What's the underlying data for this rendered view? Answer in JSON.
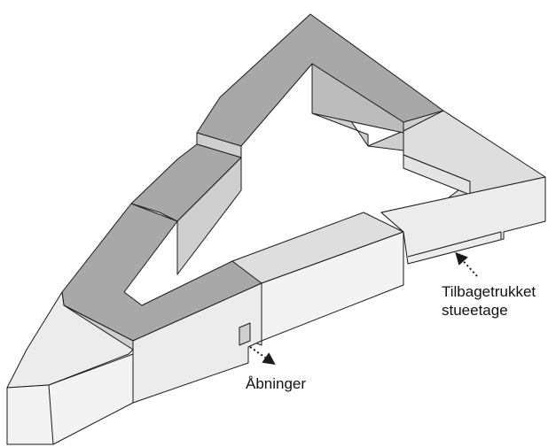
{
  "colors": {
    "top_dark": "#a8a8a8",
    "side_dark": "#cfcfcf",
    "top_light": "#dedede",
    "side_light": "#ececec",
    "front_light": "#f3f3f3",
    "edge": "#1a1a1a",
    "background": "#ffffff"
  },
  "annotations": {
    "recessed_ground_floor": [
      "Tilbagetrukket",
      "stueetage"
    ],
    "openings": "Åbninger"
  }
}
